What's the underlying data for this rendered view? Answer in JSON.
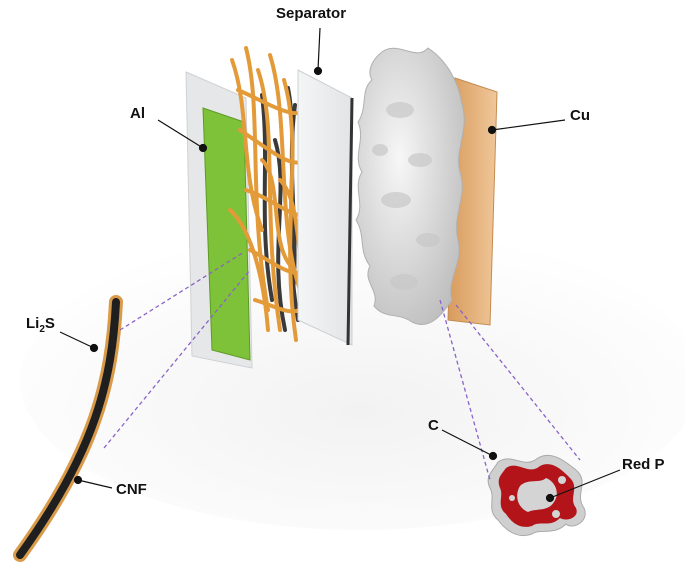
{
  "labels": {
    "separator": "Separator",
    "al": "Al",
    "cu": "Cu",
    "li2s_main": "Li",
    "li2s_sub": "2",
    "li2s_tail": "S",
    "cnf": "CNF",
    "c": "C",
    "red_p": "Red P"
  },
  "colors": {
    "al_green": "#7ec23a",
    "fiber_orange": "#e39a38",
    "fiber_dark": "#3a3a3a",
    "cu_copper": "#e2ad78",
    "foam_gray": "#d6d6d6",
    "red_p": "#b3141a",
    "dash_purple": "#8a63c8"
  }
}
